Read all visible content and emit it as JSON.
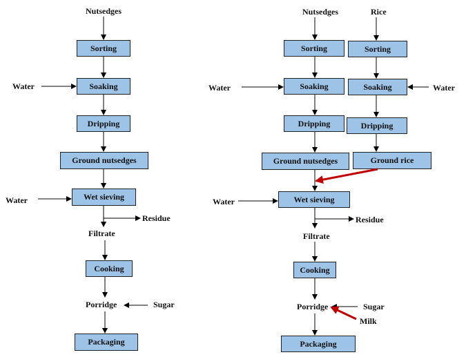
{
  "colors": {
    "box_fill": "#9dc3e6",
    "box_border": "#1f1f1f",
    "arrow": "#000000",
    "highlight_arrow": "#c00000"
  },
  "left_flow": {
    "input_nutsedges": "Nutsedges",
    "sorting": "Sorting",
    "water_soaking": "Water",
    "soaking": "Soaking",
    "dripping": "Dripping",
    "ground_nutsedges": "Ground nutsedges",
    "water_sieving": "Water",
    "wet_sieving": "Wet sieving",
    "residue": "Residue",
    "filtrate": "Filtrate",
    "cooking": "Cooking",
    "porridge": "Porridge",
    "sugar": "Sugar",
    "packaging": "Packaging"
  },
  "right_flow": {
    "input_nutsedges": "Nutsedges",
    "input_rice": "Rice",
    "sorting_nutsedges": "Sorting",
    "sorting_rice": "Sorting",
    "water_soaking_nutsedges": "Water",
    "soaking_nutsedges": "Soaking",
    "soaking_rice": "Soaking",
    "water_soaking_rice": "Water",
    "dripping_nutsedges": "Dripping",
    "dripping_rice": "Dripping",
    "ground_nutsedges": "Ground nutsedges",
    "ground_rice": "Ground rice",
    "water_sieving": "Water",
    "wet_sieving": "Wet sieving",
    "residue": "Residue",
    "filtrate": "Filtrate",
    "cooking": "Cooking",
    "porridge": "Porridge",
    "sugar": "Sugar",
    "milk": "Milk",
    "packaging": "Packaging"
  }
}
